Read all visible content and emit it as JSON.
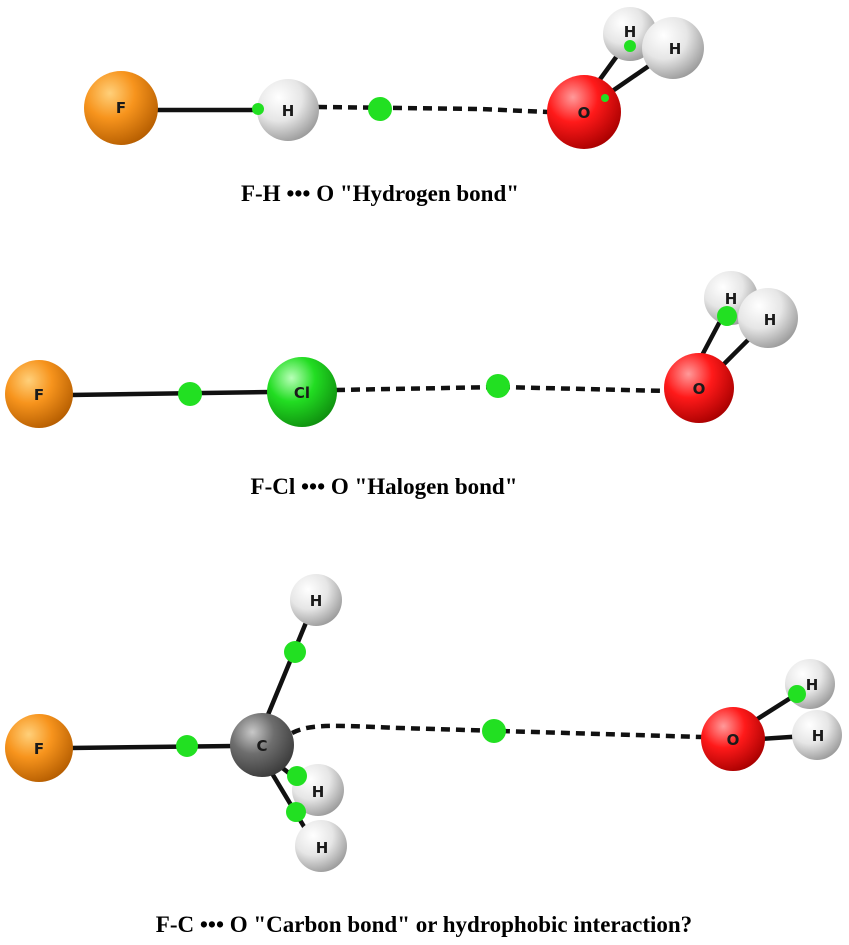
{
  "colors": {
    "F": "#f7941d",
    "H": "#e8e8e8",
    "O": "#ff1a1a",
    "Cl": "#22dd22",
    "C": "#6e6e6e",
    "critical_point": "#22e022"
  },
  "panels": [
    {
      "caption": "F-H ••• O \"Hydrogen bond\"",
      "atoms": {
        "F": "F",
        "H": "H",
        "O": "O",
        "H2": "H",
        "H3": "H"
      }
    },
    {
      "caption": "F-Cl ••• O \"Halogen bond\"",
      "atoms": {
        "F": "F",
        "Cl": "Cl",
        "O": "O",
        "H1": "H",
        "H2": "H"
      }
    },
    {
      "caption": "F-C ••• O \"Carbon bond\" or hydrophobic interaction?",
      "atoms": {
        "F": "F",
        "C": "C",
        "H_top": "H",
        "H_mid": "H",
        "H_bot": "H",
        "O": "O",
        "H_w1": "H",
        "H_w2": "H"
      }
    }
  ]
}
